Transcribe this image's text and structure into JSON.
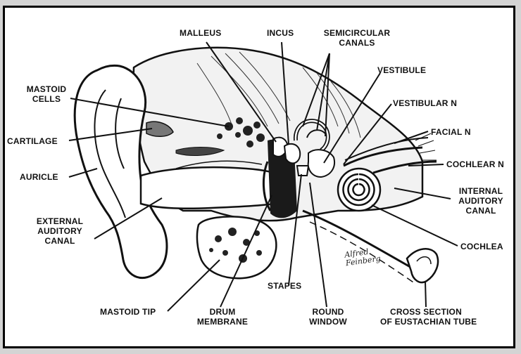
{
  "labels": {
    "malleus": "MALLEUS",
    "incus": "INCUS",
    "semicircular_canals": [
      "SEMICIRCULAR",
      "CANALS"
    ],
    "vestibule": "VESTIBULE",
    "mastoid_cells": [
      "MASTOID",
      "CELLS"
    ],
    "vestibular_n": "VESTIBULAR N",
    "cartilage": "CARTILAGE",
    "facial_n": "FACIAL N",
    "cochlear_n": "COCHLEAR N",
    "auricle": "AURICLE",
    "internal_auditory_canal": [
      "INTERNAL",
      "AUDITORY",
      "CANAL"
    ],
    "external_auditory_canal": [
      "EXTERNAL",
      "AUDITORY",
      "CANAL"
    ],
    "cochlea": "COCHLEA",
    "stapes": "STAPES",
    "mastoid_tip": "MASTOID TIP",
    "drum_membrane": [
      "DRUM",
      "MEMBRANE"
    ],
    "round_window": [
      "ROUND",
      "WINDOW"
    ],
    "cross_section_eustachian_tube": [
      "CROSS SECTION",
      "OF EUSTACHIAN TUBE"
    ]
  },
  "signature": [
    "Alfred",
    "Feinberg"
  ]
}
